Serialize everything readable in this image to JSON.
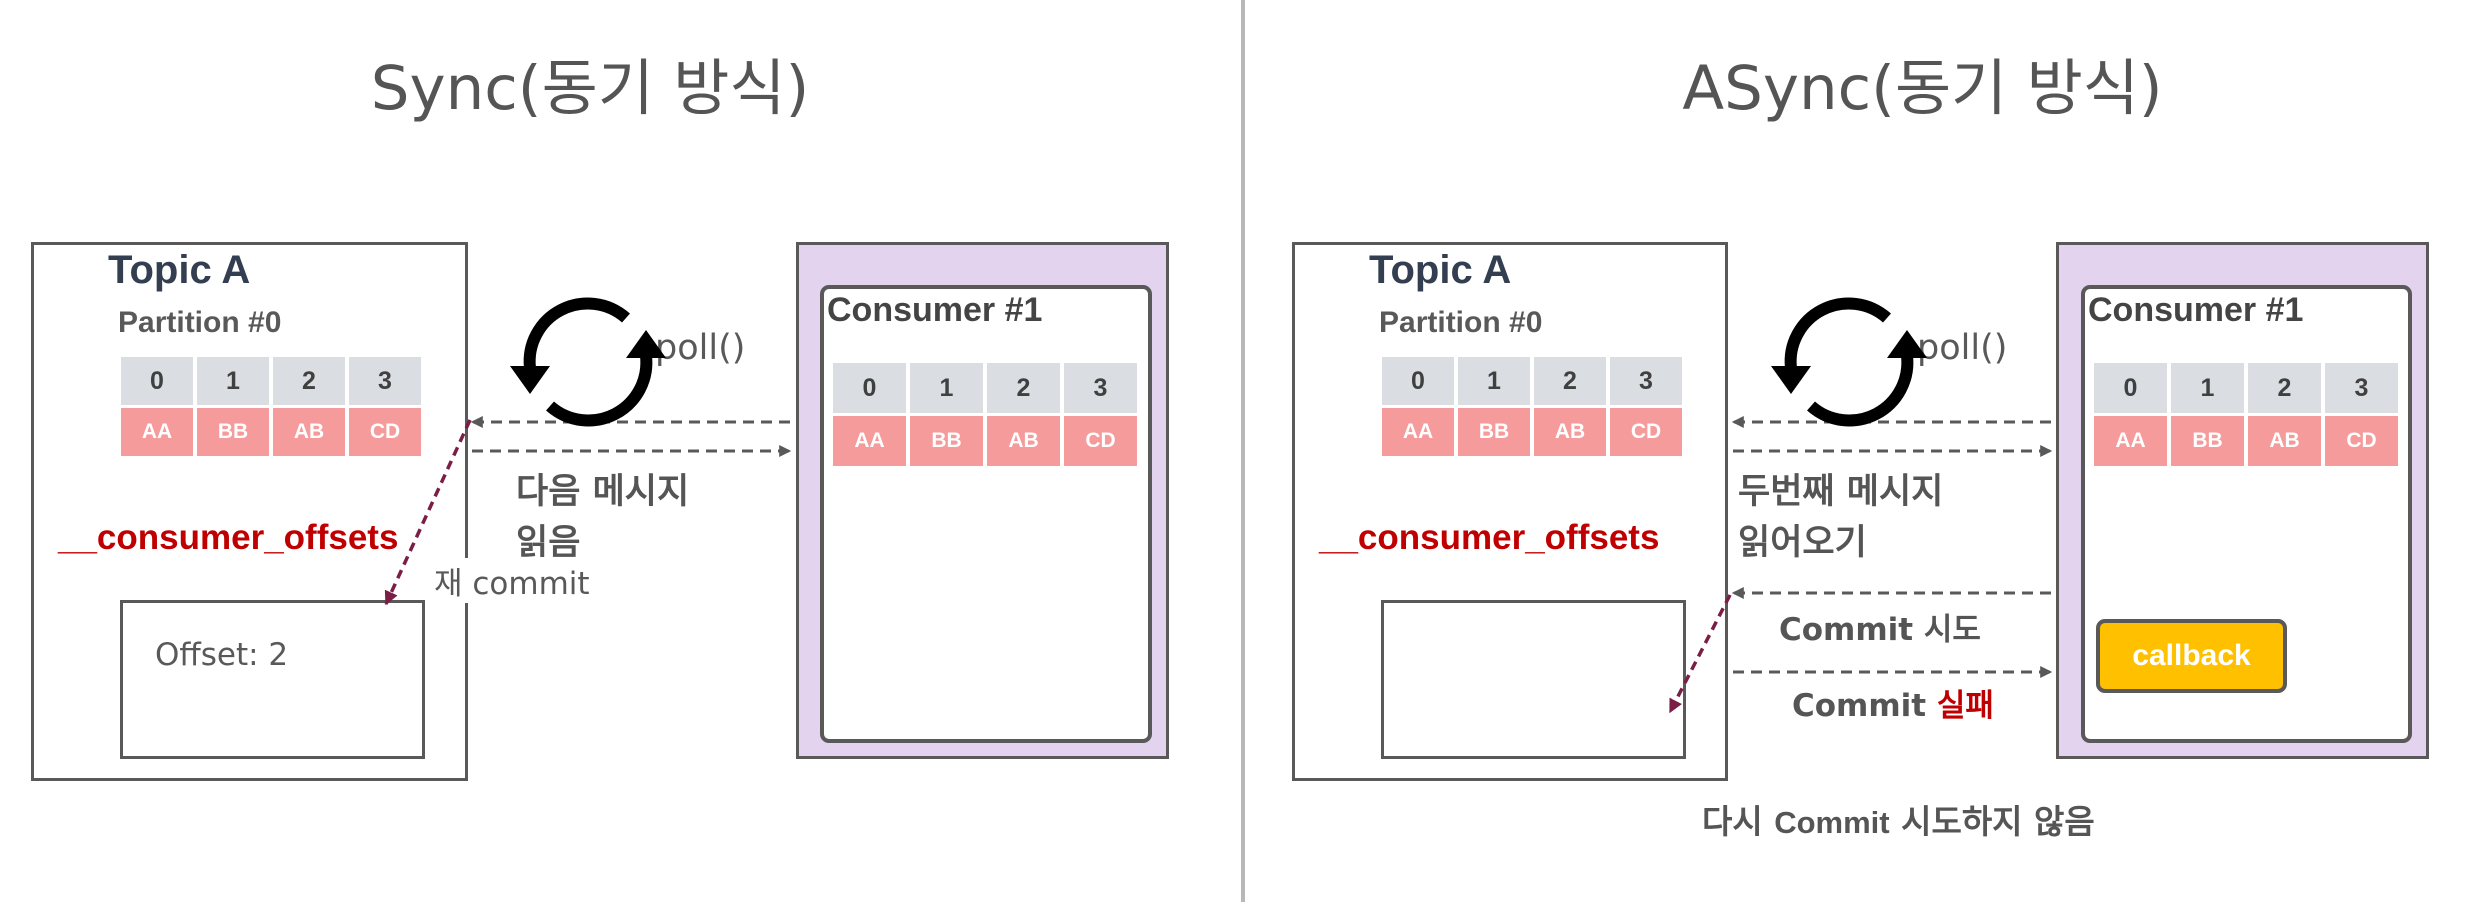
{
  "left": {
    "title": "Sync(동기 방식)",
    "topic_title": "Topic A",
    "partition_label": "Partition #0",
    "offsets_label": "__consumer_offsets",
    "offset_text": "Offset: 2",
    "consumer_title": "Consumer #1",
    "poll_label": "poll()",
    "next_message_line1": "다음 메시지",
    "next_message_line2": "읽음",
    "recommit_label": "재 commit"
  },
  "right": {
    "title": "ASync(동기 방식)",
    "topic_title": "Topic A",
    "partition_label": "Partition #0",
    "offsets_label": "__consumer_offsets",
    "consumer_title": "Consumer #1",
    "poll_label": "poll()",
    "second_message_line1": "두번째 메시지",
    "second_message_line2": "읽어오기",
    "commit_try_label": "Commit 시도",
    "commit_fail_prefix": "Commit ",
    "commit_fail_word": "실패",
    "callback_label": "callback",
    "no_retry_prefix": "다시 ",
    "no_retry_commit": "Commit",
    "no_retry_suffix": " 시도하지 않음"
  },
  "partition_indices": [
    "0",
    "1",
    "2",
    "3"
  ],
  "partition_values": [
    "AA",
    "BB",
    "AB",
    "CD"
  ],
  "colors": {
    "index_cell": "#dadee2",
    "value_cell": "#f59b9b",
    "consumer_bg": "#e3d3ef",
    "offsets_red": "#c00000",
    "arrow_maroon": "#7b1e46",
    "callback_yellow": "#ffc000"
  },
  "icons": {
    "poll": "refresh-cycle-icon"
  }
}
